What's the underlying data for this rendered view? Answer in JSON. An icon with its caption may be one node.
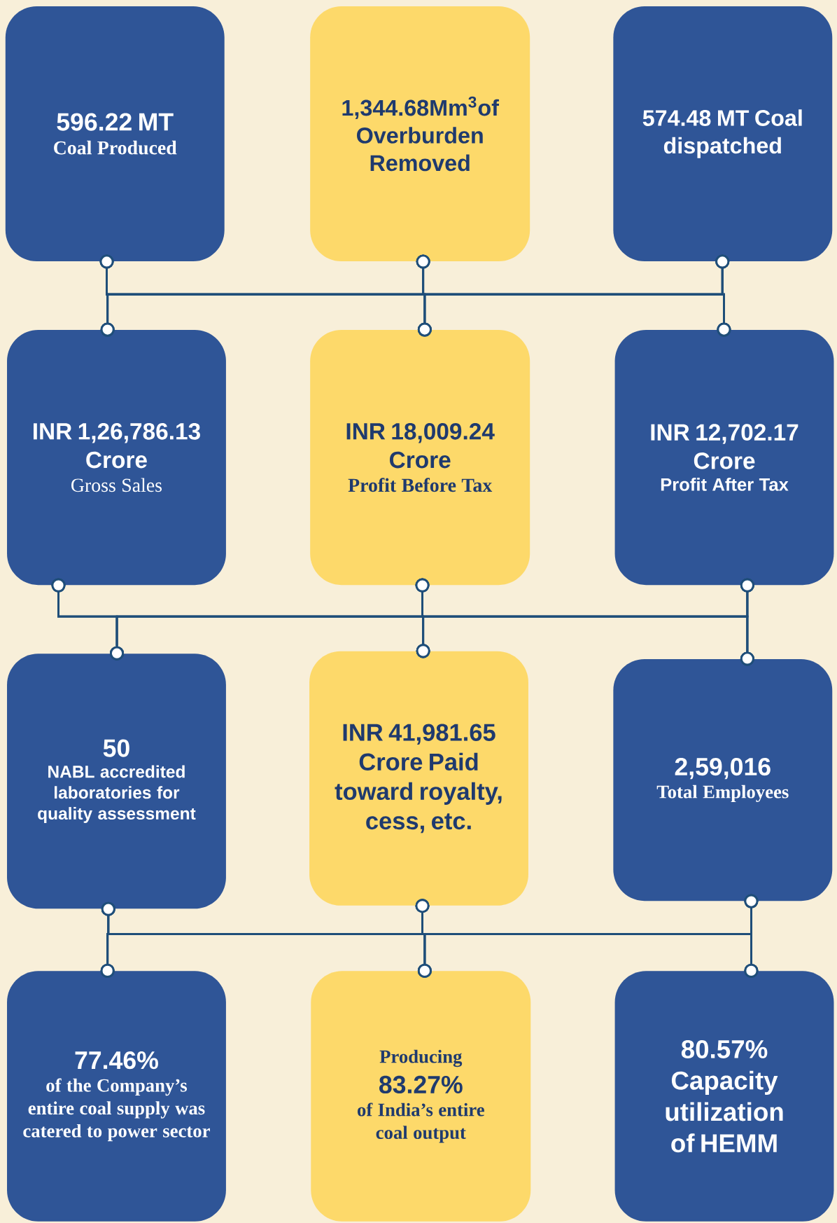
{
  "diagram": {
    "nodes": [
      {
        "text": [
          "596.22 MT",
          "Coal Produced"
        ]
      },
      {
        "text": [
          "1,344.68Mm$^{3}$of Overburden Removed"
        ]
      },
      {
        "text": [
          "574.48 MT Coal dispatched"
        ]
      },
      {
        "text": [
          "INR 1,26,786.13 Crore",
          "Gross Sales"
        ]
      },
      {
        "text": [
          "INR 18,009.24 Crore",
          "Profit Before Tax"
        ]
      },
      {
        "text": [
          "INR 12,702.17 Crore",
          "Profit After Tax"
        ]
      },
      {
        "text": [
          "50",
          "NABL accredited laboratories for quality assessment"
        ]
      },
      {
        "text": [
          "INR 41,981.65 Crore Paid toward royalty, cess, etc."
        ]
      },
      {
        "text": [
          "2,59,016",
          "Total Employees"
        ]
      },
      {
        "text": [
          "77.46%",
          "of the Company’s entire coal supply was catered to power sector"
        ]
      },
      {
        "text": [
          "Producing",
          "83.27%",
          "of India’s entire coal output"
        ]
      },
      {
        "text": [
          "80.57% Capacity utilization of HEMM"
        ]
      }
    ],
    "edges": [
      {
        "from": 0,
        "to": 3,
        "arrow": "other"
      },
      {
        "from": 0,
        "to": 4,
        "arrow": "other"
      },
      {
        "from": 0,
        "to": 5,
        "arrow": "other"
      },
      {
        "from": 1,
        "to": 3,
        "arrow": "other"
      },
      {
        "from": 1,
        "to": 4,
        "arrow": "other"
      },
      {
        "from": 1,
        "to": 5,
        "arrow": "other"
      },
      {
        "from": 2,
        "to": 3,
        "arrow": "other"
      },
      {
        "from": 2,
        "to": 4,
        "arrow": "other"
      },
      {
        "from": 2,
        "to": 5,
        "arrow": "other"
      },
      {
        "from": 3,
        "to": 6,
        "arrow": "other"
      },
      {
        "from": 3,
        "to": 7,
        "arrow": "other"
      },
      {
        "from": 3,
        "to": 8,
        "arrow": "other"
      },
      {
        "from": 4,
        "to": 6,
        "arrow": "other"
      },
      {
        "from": 4,
        "to": 7,
        "arrow": "other"
      },
      {
        "from": 4,
        "to": 8,
        "arrow": "other"
      },
      {
        "from": 5,
        "to": 6,
        "arrow": "other"
      },
      {
        "from": 5,
        "to": 7,
        "arrow": "other"
      },
      {
        "from": 5,
        "to": 8,
        "arrow": "other"
      },
      {
        "from": 6,
        "to": 9,
        "arrow": "other"
      },
      {
        "from": 6,
        "to": 10,
        "arrow": "other"
      },
      {
        "from": 6,
        "to": 11,
        "arrow": "other"
      },
      {
        "from": 7,
        "to": 9,
        "arrow": "other"
      },
      {
        "from": 7,
        "to": 10,
        "arrow": "other"
      },
      {
        "from": 7,
        "to": 11,
        "arrow": "other"
      },
      {
        "from": 8,
        "to": 9,
        "arrow": "other"
      },
      {
        "from": 8,
        "to": 10,
        "arrow": "other"
      },
      {
        "from": 8,
        "to": 11,
        "arrow": "other"
      }
    ]
  }
}
